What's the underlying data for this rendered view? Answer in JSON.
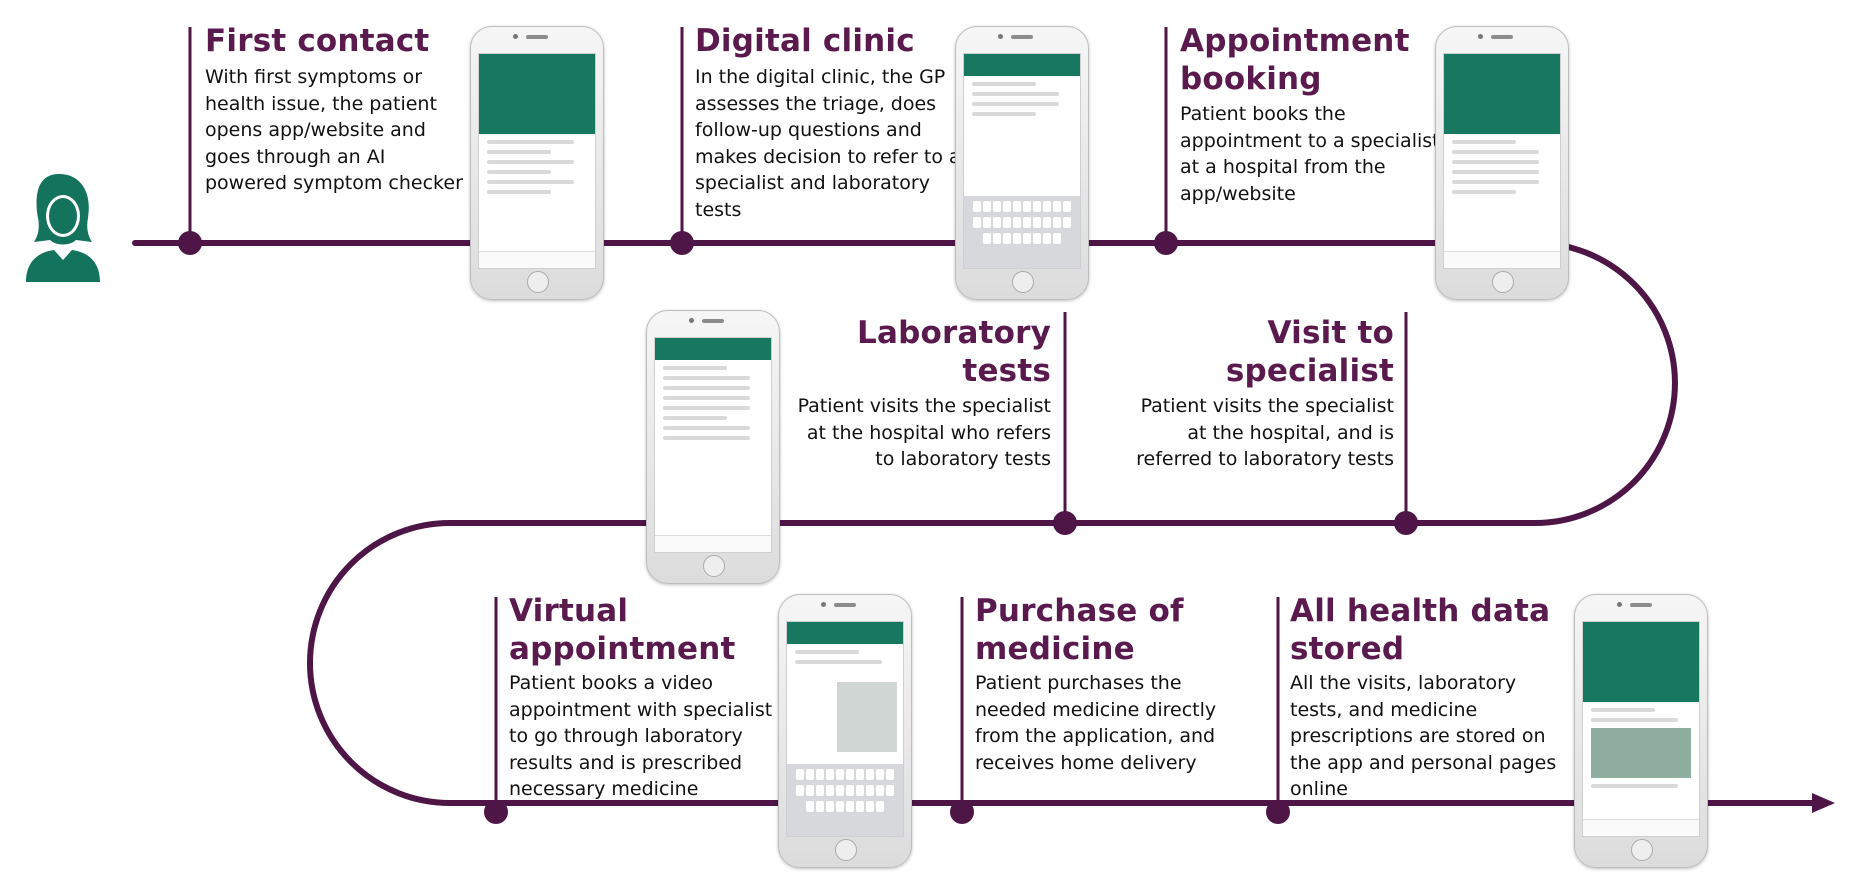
{
  "colors": {
    "accent": "#5a1a4e",
    "app_green": "#17775f"
  },
  "icons": {
    "patient": "person-icon"
  },
  "steps": [
    {
      "title_lines": [
        "First contact"
      ],
      "desc_lines": [
        "With first symptoms or",
        "health issue, the patient",
        "opens app/website and",
        "goes through an AI",
        "powered symptom checker"
      ]
    },
    {
      "title_lines": [
        "Digital clinic"
      ],
      "desc_lines": [
        "In the digital clinic, the GP",
        "assesses the triage, does",
        "follow-up questions and",
        "makes decision to refer to a",
        "specialist and laboratory",
        "tests"
      ]
    },
    {
      "title_lines": [
        "Appointment",
        "booking"
      ],
      "desc_lines": [
        "Patient books the",
        "appointment to a specialist",
        "at a hospital from the",
        "app/website"
      ]
    },
    {
      "title_lines": [
        "Visit to",
        "specialist"
      ],
      "desc_lines": [
        "Patient visits the specialist",
        "at the hospital, and is",
        "referred to laboratory tests"
      ]
    },
    {
      "title_lines": [
        "Laboratory",
        "tests"
      ],
      "desc_lines": [
        "Patient visits the specialist",
        "at the hospital who refers",
        "to laboratory tests"
      ]
    },
    {
      "title_lines": [
        "Virtual",
        "appointment"
      ],
      "desc_lines": [
        "Patient books a video",
        "appointment with specialist",
        "to go through laboratory",
        "results and is prescribed",
        "necessary medicine"
      ]
    },
    {
      "title_lines": [
        "Purchase of",
        "medicine"
      ],
      "desc_lines": [
        "Patient purchases the",
        "needed medicine directly",
        "from the application, and",
        "receives home delivery"
      ]
    },
    {
      "title_lines": [
        "All health data",
        "stored"
      ],
      "desc_lines": [
        "All the visits, laboratory",
        "tests, and medicine",
        "prescriptions are stored on",
        "the app and personal pages",
        "online"
      ]
    }
  ]
}
